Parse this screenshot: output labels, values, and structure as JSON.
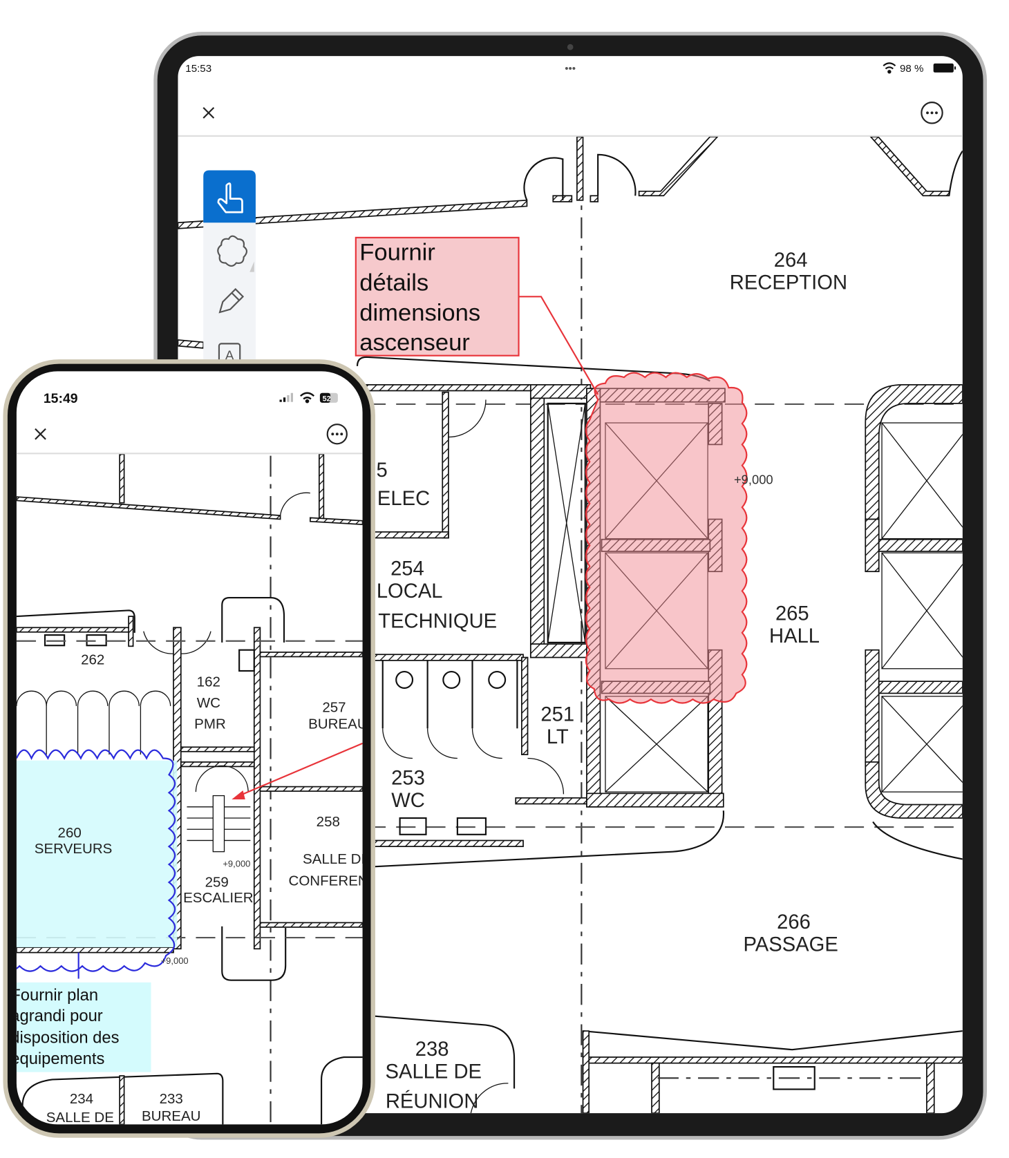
{
  "tablet": {
    "status_bar": {
      "time": "15:53",
      "dots": "•••",
      "battery": "98 %"
    },
    "toolbar": {
      "close_icon": "close-icon",
      "more_icon": "more-options-icon"
    },
    "tools": [
      {
        "name": "pointer",
        "icon": "hand-pointer-icon",
        "active": true
      },
      {
        "name": "cloud",
        "icon": "cloud-shape-icon",
        "active": false
      },
      {
        "name": "pen",
        "icon": "pen-icon",
        "active": false
      },
      {
        "name": "text",
        "icon": "text-icon",
        "label": "A",
        "active": false
      }
    ],
    "comment": {
      "lines": [
        "Fournir",
        "détails",
        "dimensions",
        "ascenseur"
      ],
      "color": "#e8343a",
      "fill": "#f6c9cc"
    },
    "rooms": [
      {
        "number": "264",
        "name": "RECEPTION"
      },
      {
        "number": "265",
        "name": "HALL"
      },
      {
        "number": "266",
        "name": "PASSAGE"
      },
      {
        "number": "5",
        "name": "ELEC"
      },
      {
        "number": "254",
        "name": "LOCAL",
        "name2": "TECHNIQUE"
      },
      {
        "number": "251",
        "name": "LT"
      },
      {
        "number": "253",
        "name": "WC"
      },
      {
        "number": "238",
        "name": "SALLE DE",
        "name2": "RÉUNION"
      }
    ],
    "level": "+9,000"
  },
  "phone": {
    "status_bar": {
      "time": "15:49",
      "battery": "52"
    },
    "toolbar": {
      "close_icon": "close-icon",
      "more_icon": "more-options-icon"
    },
    "comment": {
      "lines": [
        "Fournir plan",
        "agrandi pour",
        "disposition des",
        "equipements"
      ],
      "color": "#2b2bdc",
      "fill": "#d4fbfd"
    },
    "rooms": [
      {
        "number": "262"
      },
      {
        "number": "162",
        "name": "WC",
        "name2": "PMR"
      },
      {
        "number": "257",
        "name": "BUREAU"
      },
      {
        "number": "260",
        "name": "SERVEURS"
      },
      {
        "number": "259",
        "name": "ESCALIER"
      },
      {
        "number": "258",
        "name": "SALLE DE",
        "name2": "CONFERENCE"
      },
      {
        "number": "234",
        "name": "SALLE DE"
      },
      {
        "number": "233",
        "name": "BUREAU"
      }
    ],
    "levels": [
      "+9,000",
      "+9,000"
    ]
  }
}
